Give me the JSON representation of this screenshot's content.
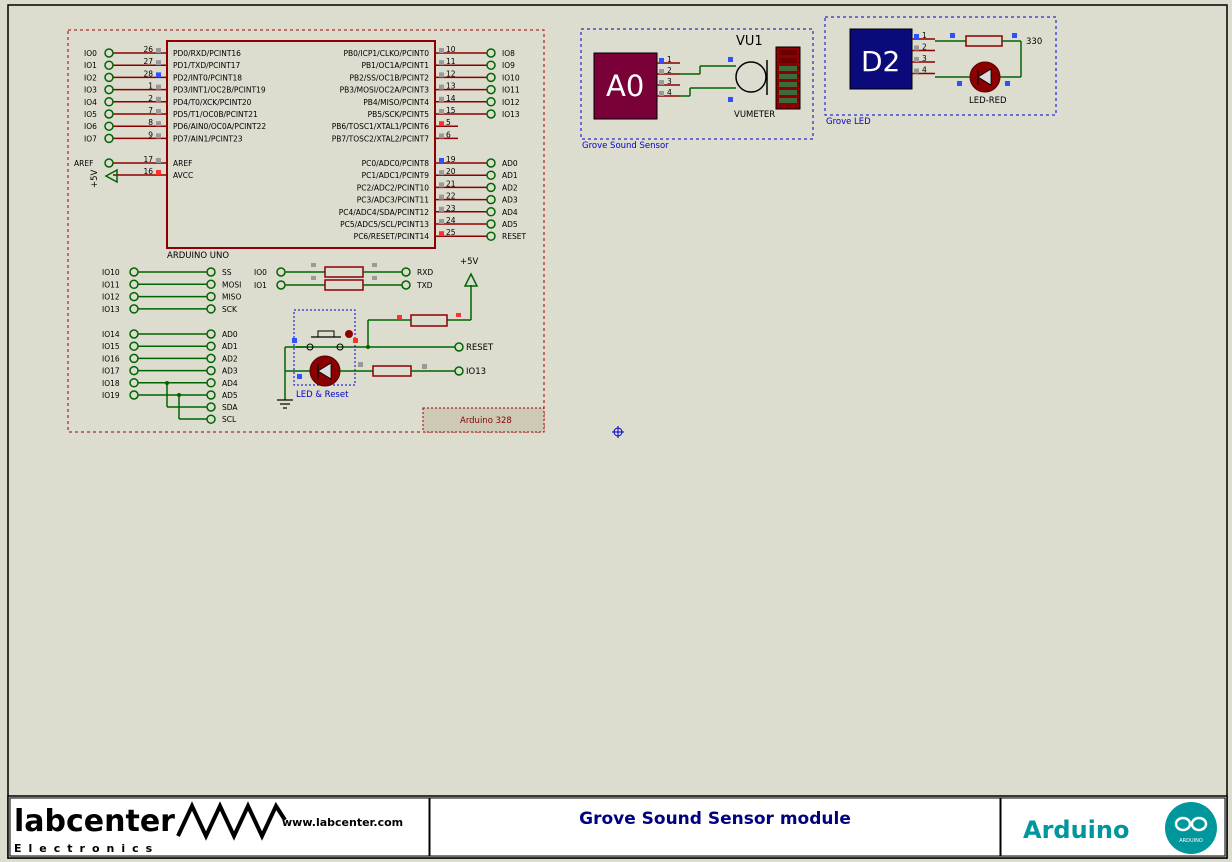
{
  "arduino": {
    "chip_name": "ARDUINO UNO",
    "module_label": "Arduino 328",
    "left_pins": [
      {
        "ext": "IO0",
        "num": "26",
        "name": "PD0/RXD/PCINT16"
      },
      {
        "ext": "IO1",
        "num": "27",
        "name": "PD1/TXD/PCINT17"
      },
      {
        "ext": "IO2",
        "num": "28",
        "name": "PD2/INT0/PCINT18"
      },
      {
        "ext": "IO3",
        "num": "1",
        "name": "PD3/INT1/OC2B/PCINT19"
      },
      {
        "ext": "IO4",
        "num": "2",
        "name": "PD4/T0/XCK/PCINT20"
      },
      {
        "ext": "IO5",
        "num": "7",
        "name": "PD5/T1/OC0B/PCINT21"
      },
      {
        "ext": "IO6",
        "num": "8",
        "name": "PD6/AIN0/OC0A/PCINT22"
      },
      {
        "ext": "IO7",
        "num": "9",
        "name": "PD7/AIN1/PCINT23"
      }
    ],
    "aref_pins": [
      {
        "ext": "AREF",
        "num": "17",
        "name": "AREF"
      },
      {
        "ext": "+5V",
        "num": "16",
        "name": "AVCC"
      }
    ],
    "right_pins": [
      {
        "ext": "IO8",
        "num": "10",
        "name": "PB0/ICP1/CLKO/PCINT0"
      },
      {
        "ext": "IO9",
        "num": "11",
        "name": "PB1/OC1A/PCINT1"
      },
      {
        "ext": "IO10",
        "num": "12",
        "name": "PB2/SS/OC1B/PCINT2"
      },
      {
        "ext": "IO11",
        "num": "13",
        "name": "PB3/MOSI/OC2A/PCINT3"
      },
      {
        "ext": "IO12",
        "num": "14",
        "name": "PB4/MISO/PCINT4"
      },
      {
        "ext": "IO13",
        "num": "15",
        "name": "PB5/SCK/PCINT5"
      },
      {
        "ext": "",
        "num": "5",
        "name": "PB6/TOSC1/XTAL1/PCINT6"
      },
      {
        "ext": "",
        "num": "6",
        "name": "PB7/TOSC2/XTAL2/PCINT7"
      }
    ],
    "right_pins_c": [
      {
        "ext": "AD0",
        "num": "19",
        "name": "PC0/ADC0/PCINT8"
      },
      {
        "ext": "AD1",
        "num": "20",
        "name": "PC1/ADC1/PCINT9"
      },
      {
        "ext": "AD2",
        "num": "21",
        "name": "PC2/ADC2/PCINT10"
      },
      {
        "ext": "AD3",
        "num": "22",
        "name": "PC3/ADC3/PCINT11"
      },
      {
        "ext": "AD4",
        "num": "23",
        "name": "PC4/ADC4/SDA/PCINT12"
      },
      {
        "ext": "AD5",
        "num": "24",
        "name": "PC5/ADC5/SCL/PCINT13"
      },
      {
        "ext": "RESET",
        "num": "25",
        "name": "PC6/RESET/PCINT14"
      }
    ],
    "spi_links": [
      [
        "IO10",
        "SS"
      ],
      [
        "IO11",
        "MOSI"
      ],
      [
        "IO12",
        "MISO"
      ],
      [
        "IO13",
        "SCK"
      ]
    ],
    "analog_links": [
      [
        "IO14",
        "AD0"
      ],
      [
        "IO15",
        "AD1"
      ],
      [
        "IO16",
        "AD2"
      ],
      [
        "IO17",
        "AD3"
      ],
      [
        "IO18",
        "AD4"
      ],
      [
        "IO19",
        "AD5"
      ]
    ],
    "i2c_labels": [
      "SDA",
      "SCL"
    ],
    "serial_links": [
      [
        "IO0",
        "RXD"
      ],
      [
        "IO1",
        "TXD"
      ]
    ],
    "supply_label": "+5V",
    "reset_label": "RESET",
    "io13_label": "IO13",
    "led_reset_label": "LED & Reset"
  },
  "sound_sensor": {
    "port": "A0",
    "pins": [
      "1",
      "2",
      "3",
      "4"
    ],
    "ref": "VU1",
    "part": "VUMETER",
    "module_label": "Grove Sound Sensor"
  },
  "led_module": {
    "port": "D2",
    "pins": [
      "1",
      "2",
      "3",
      "4"
    ],
    "resistor_value": "330",
    "led_name": "LED-RED",
    "module_label": "Grove LED"
  },
  "title_block": {
    "logo_text": "labcenter",
    "logo_sub": "Electronics",
    "url": "www.labcenter.com",
    "title": "Grove Sound Sensor module",
    "brand": "Arduino",
    "brand_logo_sub": "ARDUINO"
  },
  "colors": {
    "background": "#dcdccf",
    "wire": "#006400",
    "component": "#8b0000",
    "chip_fill": "#dcdccf",
    "grove_fill": "#7a0038",
    "grove_fill_d2": "#0a0a7a",
    "dash_blue": "#0000cc",
    "dash_red": "#a00000",
    "title_blue": "#000080",
    "arduino_teal": "#00979c"
  }
}
